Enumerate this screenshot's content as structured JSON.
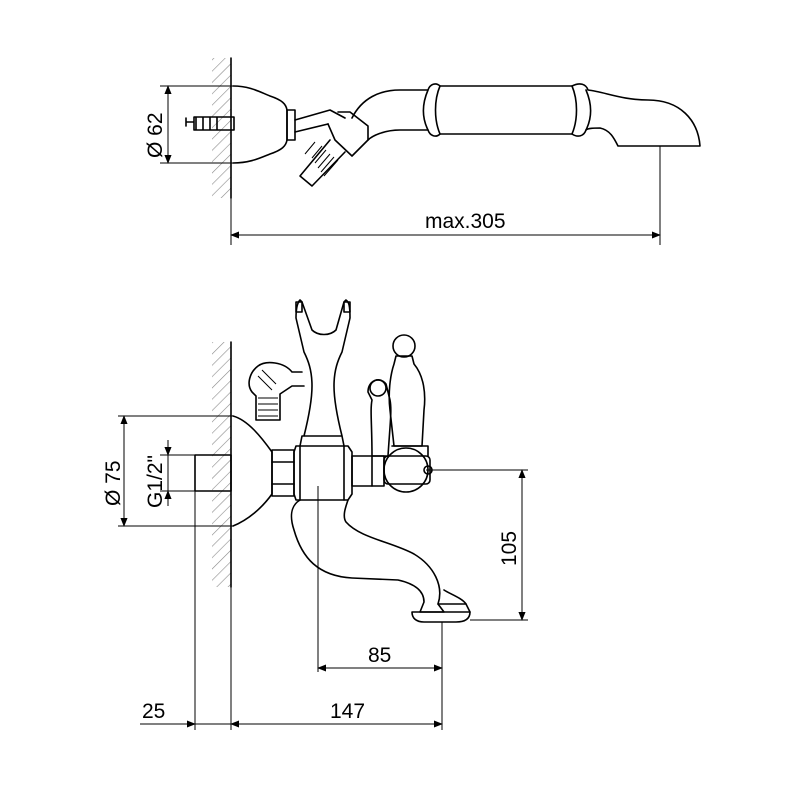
{
  "dimensions": {
    "top_diameter": "Ø 62",
    "max_length": "max.305",
    "front_diameter": "Ø 75",
    "thread": "G1/2\"",
    "height": "105",
    "spout_reach": "85",
    "wall_offset": "25",
    "total_depth": "147"
  },
  "colors": {
    "line": "#000000",
    "hatch": "#8a8a8a",
    "background": "#ffffff"
  }
}
